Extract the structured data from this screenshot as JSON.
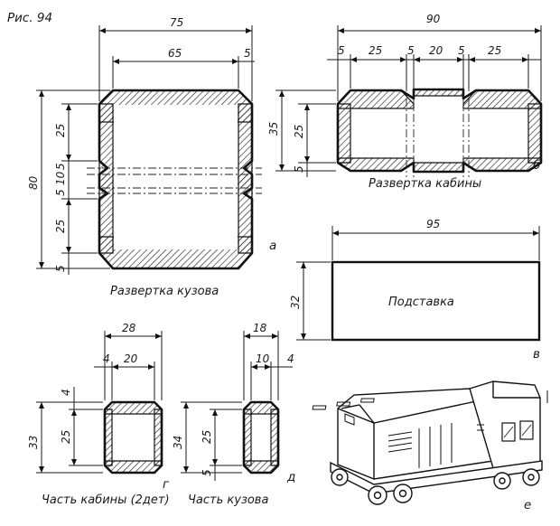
{
  "figure_label": "Рис. 94",
  "panels": {
    "a": {
      "letter": "а",
      "caption": "Развертка кузова",
      "dims": {
        "total_width": "75",
        "inner_width": "65",
        "edge_right": "5",
        "height": "80",
        "top": "25",
        "s1": "5",
        "s2": "10",
        "s3": "5",
        "bottom": "25",
        "edge_bottom": "5"
      }
    },
    "b": {
      "letter": "б",
      "caption": "Развертка кабины",
      "dims": {
        "total_width": "90",
        "w1": "5",
        "w2": "25",
        "w3": "5",
        "w4": "20",
        "w5": "5",
        "w6": "25",
        "height": "35",
        "h_inner": "25",
        "h_edge": "5"
      }
    },
    "v": {
      "letter": "в",
      "label": "Подставка",
      "dims": {
        "width": "95",
        "height": "32"
      }
    },
    "g": {
      "letter": "г",
      "caption": "Часть кабины (2дет)",
      "dims": {
        "width": "28",
        "edge": "4",
        "inner": "20",
        "height": "33",
        "top": "4",
        "mid": "25"
      }
    },
    "d": {
      "letter": "д",
      "caption": "Часть кузова",
      "dims": {
        "width": "18",
        "inner": "10",
        "edge": "4",
        "height": "34",
        "mid": "25",
        "bottom": "5"
      }
    },
    "e": {
      "letter": "е"
    }
  }
}
